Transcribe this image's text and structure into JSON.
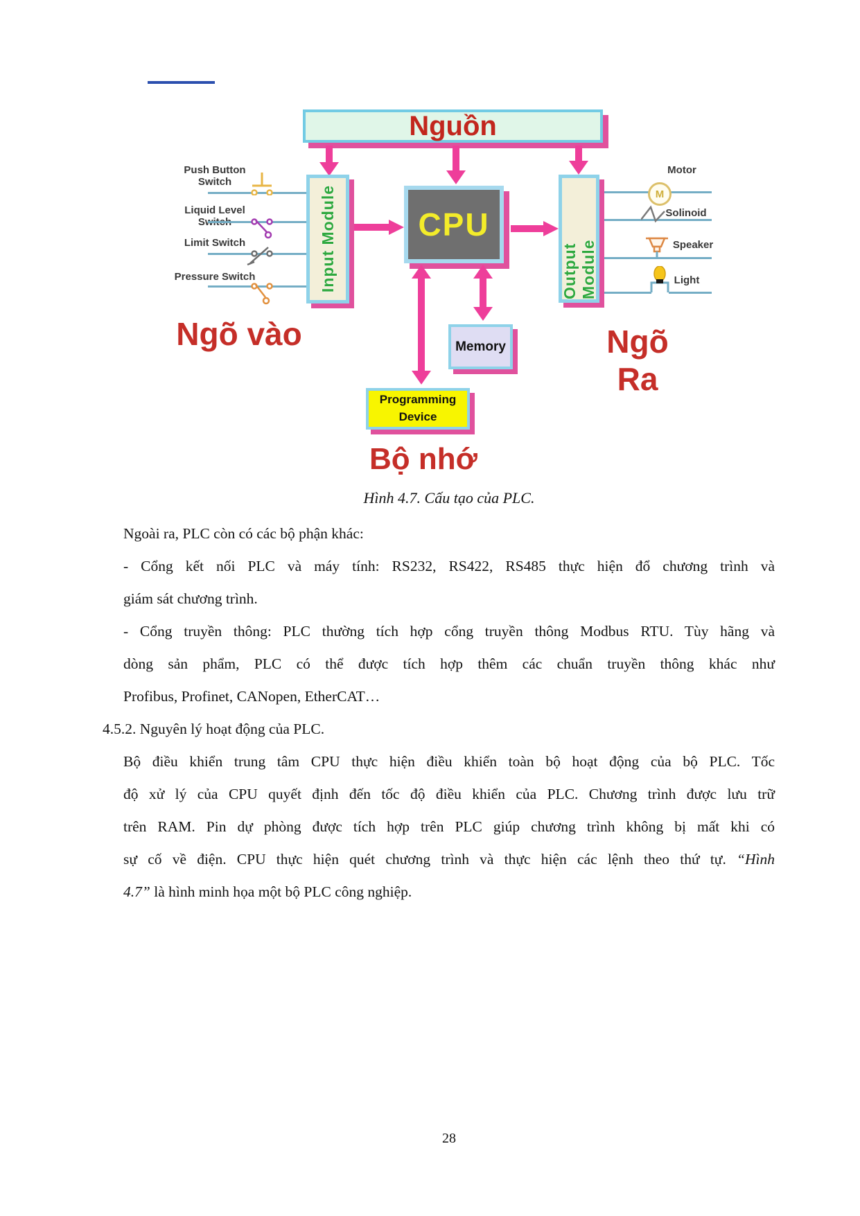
{
  "figure": {
    "power_label": "Nguồn",
    "cpu_label": "CPU",
    "input_module_label": "Input Module",
    "output_module_label": "Output Module",
    "memory_label": "Memory",
    "programming_device_line1": "Programming",
    "programming_device_line2": "Device",
    "input_group_label": "Ngõ vào",
    "output_group_label": "Ngõ Ra",
    "memory_group_label": "Bộ nhớ",
    "inputs": [
      "Push Button Switch",
      "Liquid Level Switch",
      "Limit Switch",
      "Pressure Switch"
    ],
    "outputs": [
      "Motor",
      "Solinoid",
      "Speaker",
      "Light"
    ],
    "motor_icon_letter": "M",
    "colors": {
      "arrow_pink": "#ee3e9a",
      "shadow_pink": "#e0519d",
      "box_border_cyan": "#8ed2e9",
      "power_fill": "#e0f6e8",
      "module_fill": "#f3efd9",
      "cpu_fill": "#6f6f6f",
      "cpu_text_yellow": "#f3ec2a",
      "memory_fill": "#dfddf3",
      "programming_fill": "#f8f500",
      "module_text_green": "#2ea83e",
      "red_label": "#c52e28",
      "wire_blue": "#74adc5",
      "top_rule_blue": "#2b4fae"
    }
  },
  "caption": "Hình 4.7. Cấu tạo của PLC.",
  "body": {
    "lines": [
      {
        "justify": false,
        "heading": false,
        "segments": [
          {
            "t": "Ngoài ra, PLC còn có các bộ phận khác:"
          }
        ]
      },
      {
        "justify": true,
        "heading": false,
        "segments": [
          {
            "t": "- Cổng kết nối PLC và máy tính: RS232, RS422, RS485 thực hiện đổ chương trình và"
          }
        ]
      },
      {
        "justify": false,
        "heading": false,
        "segments": [
          {
            "t": "giám sát chương trình."
          }
        ]
      },
      {
        "justify": true,
        "heading": false,
        "segments": [
          {
            "t": "- Cổng truyền thông: PLC thường tích hợp cổng truyền thông Modbus RTU. Tùy hãng và"
          }
        ]
      },
      {
        "justify": true,
        "heading": false,
        "segments": [
          {
            "t": "dòng sản phẩm, PLC có thể được tích hợp thêm các chuẩn truyền thông khác như"
          }
        ]
      },
      {
        "justify": false,
        "heading": false,
        "segments": [
          {
            "t": "Profibus, Profinet, CANopen, EtherCAT…"
          }
        ]
      },
      {
        "justify": false,
        "heading": true,
        "segments": [
          {
            "t": "4.5.2. Nguyên lý hoạt động của PLC."
          }
        ]
      },
      {
        "justify": true,
        "heading": false,
        "segments": [
          {
            "t": "Bộ điều khiển trung tâm CPU thực hiện điều khiển toàn bộ hoạt động của bộ PLC. Tốc"
          }
        ]
      },
      {
        "justify": true,
        "heading": false,
        "segments": [
          {
            "t": "độ xử lý của CPU quyết định đến tốc độ điều khiển của PLC. Chương trình được lưu trữ"
          }
        ]
      },
      {
        "justify": true,
        "heading": false,
        "segments": [
          {
            "t": "trên RAM. Pin dự phòng được tích hợp trên PLC giúp chương trình không bị mất khi có"
          }
        ]
      },
      {
        "justify": true,
        "heading": false,
        "segments": [
          {
            "t": "sự cố về điện. CPU thực hiện quét chương trình và thực hiện các lệnh theo thứ tự. "
          },
          {
            "t": "“Hình",
            "i": true
          }
        ]
      },
      {
        "justify": false,
        "heading": false,
        "segments": [
          {
            "t": "4.7”",
            "i": true
          },
          {
            "t": " là hình minh họa một bộ PLC công nghiệp."
          }
        ]
      }
    ]
  },
  "page_number": "28"
}
